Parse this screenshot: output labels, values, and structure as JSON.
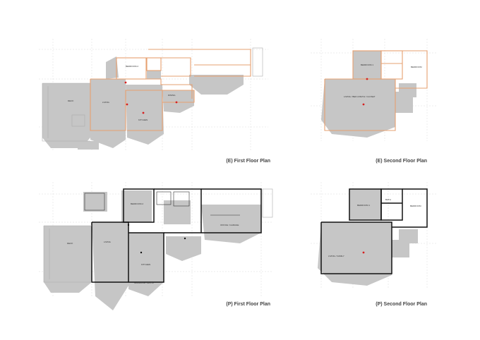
{
  "plans": [
    {
      "id": "existing-first",
      "title": "(E) First Floor Plan",
      "rooms": [
        "BEDROOM 2",
        "LIVING",
        "DINING",
        "KITCHEN",
        "DECK"
      ]
    },
    {
      "id": "existing-second",
      "title": "(E) Second Floor Plan",
      "rooms": [
        "BEDROOM 1",
        "BEDROOM",
        "LIVING / BED & BATH / CLOSET"
      ]
    },
    {
      "id": "proposed-first",
      "title": "(P) First Floor Plan",
      "rooms": [
        "BEDROOM 2",
        "LIVING",
        "KITCHEN",
        "MUDROOM / ENTRY",
        "DECK",
        "OFFICE / GARAGE"
      ]
    },
    {
      "id": "proposed-second",
      "title": "(P) Second Floor Plan",
      "rooms": [
        "BEDROOM 1",
        "BEDROOM",
        "BATH",
        "LIVING / FAMILY"
      ]
    }
  ],
  "colors": {
    "existing_wall": "#e6a070",
    "proposed_wall": "#111111",
    "shadow": "#c8c8c8",
    "marker": "#d62020",
    "grid": "#cfcfcf"
  }
}
